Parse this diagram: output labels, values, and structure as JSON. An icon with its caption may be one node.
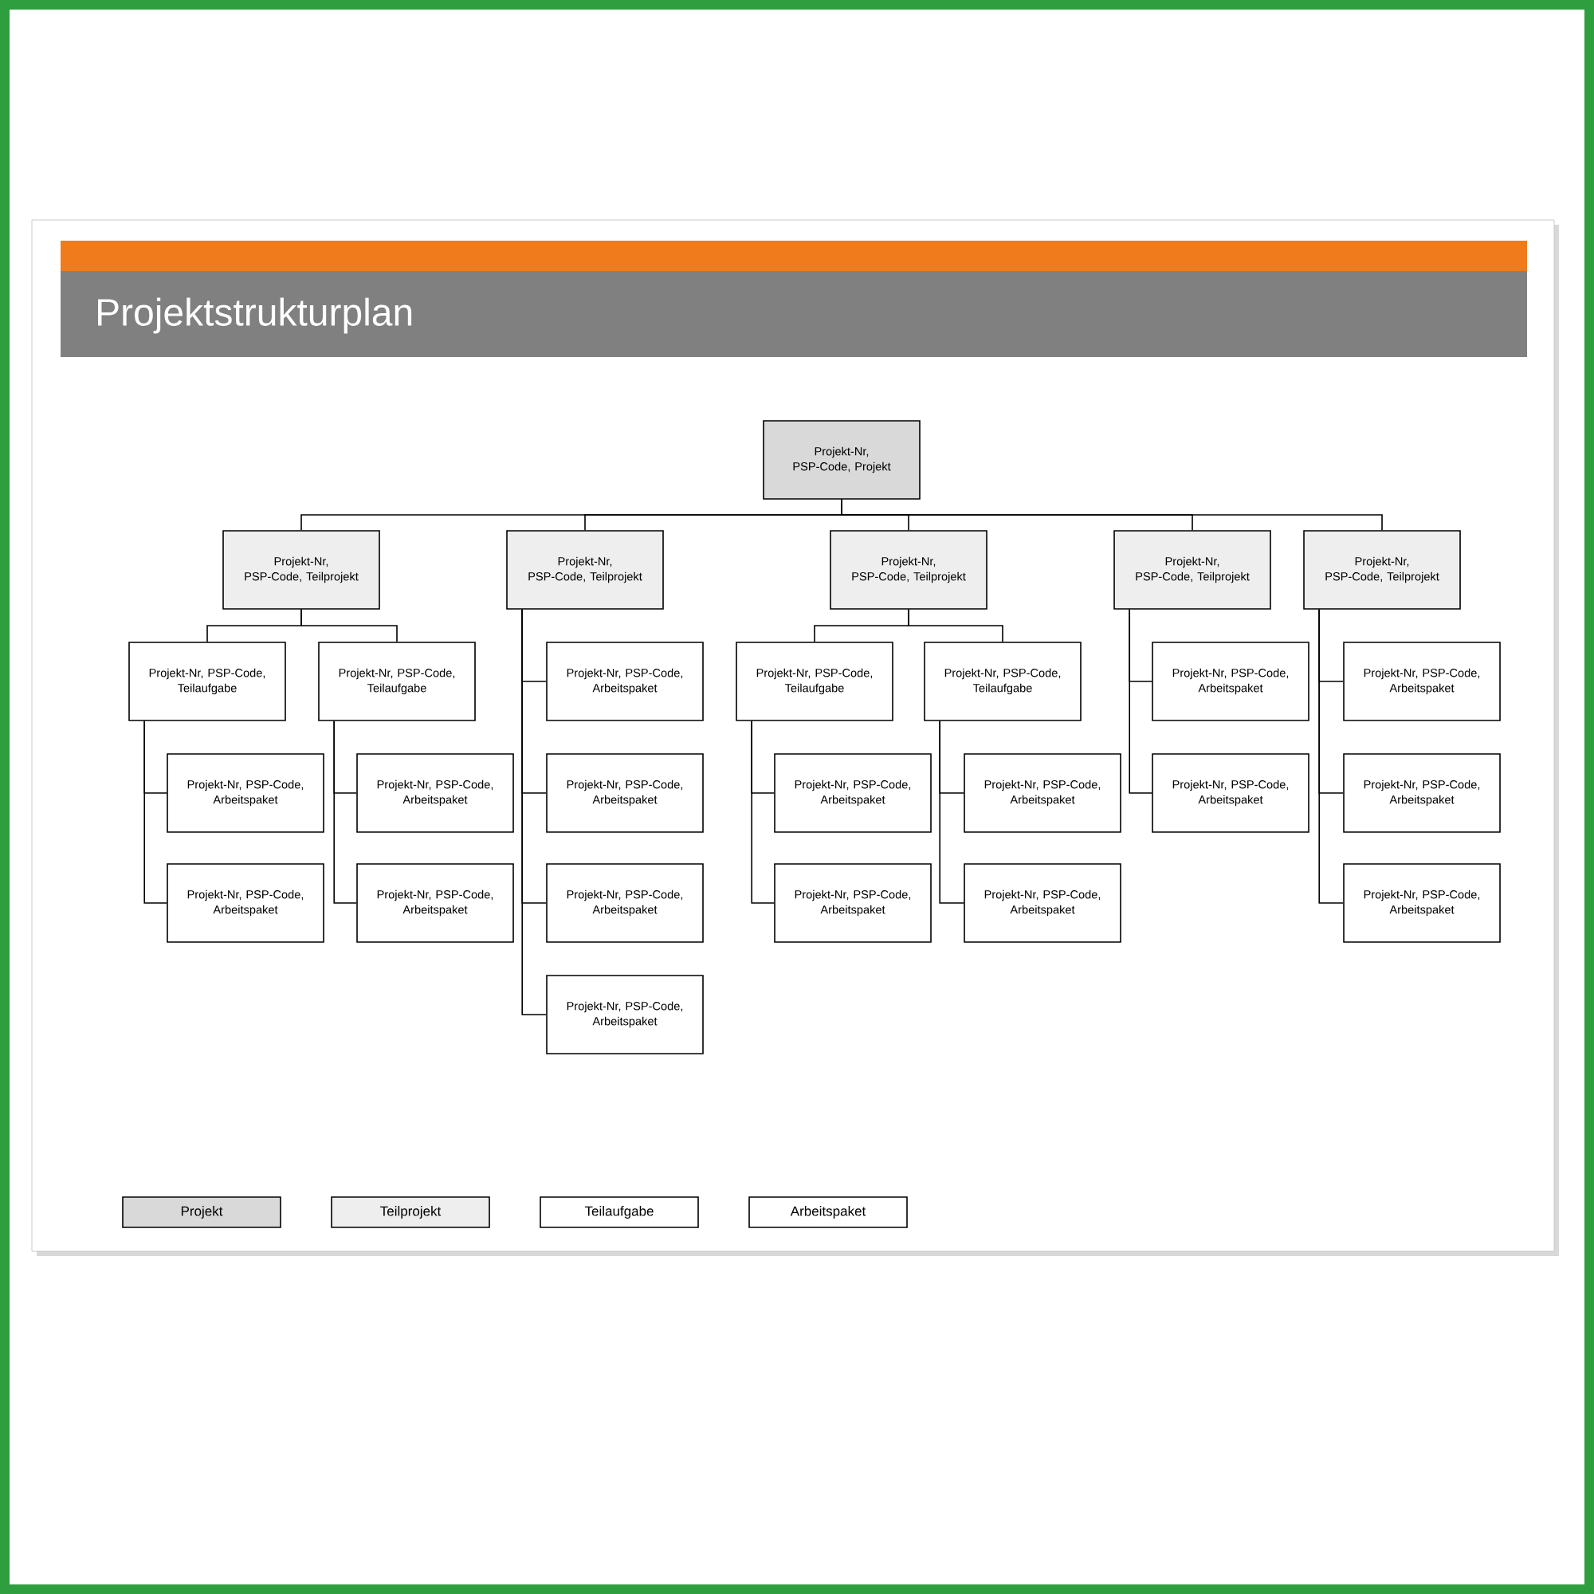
{
  "diagram": {
    "title": "Projektstrukturplan",
    "nodes": [
      {
        "text": [
          "Projekt-Nr, PSP-Code, Projekt"
        ]
      },
      {
        "text": [
          "Projekt-Nr, PSP-Code, Teilprojekt"
        ]
      },
      {
        "text": [
          "Projekt-Nr, PSP-Code, Teilaufgabe"
        ]
      },
      {
        "text": [
          "Projekt-Nr, PSP-Code, Arbeitspaket"
        ]
      },
      {
        "text": [
          "Projekt-Nr, PSP-Code, Arbeitspaket"
        ]
      },
      {
        "text": [
          "Projekt-Nr, PSP-Code, Teilaufgabe"
        ]
      },
      {
        "text": [
          "Projekt-Nr, PSP-Code, Arbeitspaket"
        ]
      },
      {
        "text": [
          "Projekt-Nr, PSP-Code, Arbeitspaket"
        ]
      },
      {
        "text": [
          "Projekt-Nr, PSP-Code, Teilprojekt"
        ]
      },
      {
        "text": [
          "Projekt-Nr, PSP-Code, Arbeitspaket"
        ]
      },
      {
        "text": [
          "Projekt-Nr, PSP-Code, Arbeitspaket"
        ]
      },
      {
        "text": [
          "Projekt-Nr, PSP-Code, Arbeitspaket"
        ]
      },
      {
        "text": [
          "Projekt-Nr, PSP-Code, Arbeitspaket"
        ]
      },
      {
        "text": [
          "Projekt-Nr, PSP-Code, Teilprojekt"
        ]
      },
      {
        "text": [
          "Projekt-Nr, PSP-Code, Teilaufgabe"
        ]
      },
      {
        "text": [
          "Projekt-Nr, PSP-Code, Arbeitspaket"
        ]
      },
      {
        "text": [
          "Projekt-Nr, PSP-Code, Arbeitspaket"
        ]
      },
      {
        "text": [
          "Projekt-Nr, PSP-Code, Teilaufgabe"
        ]
      },
      {
        "text": [
          "Projekt-Nr, PSP-Code, Arbeitspaket"
        ]
      },
      {
        "text": [
          "Projekt-Nr, PSP-Code, Arbeitspaket"
        ]
      },
      {
        "text": [
          "Projekt-Nr, PSP-Code, Teilprojekt"
        ]
      },
      {
        "text": [
          "Projekt-Nr, PSP-Code, Arbeitspaket"
        ]
      },
      {
        "text": [
          "Projekt-Nr, PSP-Code, Arbeitspaket"
        ]
      },
      {
        "text": [
          "Projekt-Nr, PSP-Code, Teilprojekt"
        ]
      },
      {
        "text": [
          "Projekt-Nr, PSP-Code, Arbeitspaket"
        ]
      },
      {
        "text": [
          "Projekt-Nr, PSP-Code, Arbeitspaket"
        ]
      },
      {
        "text": [
          "Projekt-Nr, PSP-Code, Arbeitspaket"
        ]
      }
    ],
    "edges": [
      {
        "from": 0,
        "to": 1,
        "arrow": "none"
      },
      {
        "from": 0,
        "to": 8,
        "arrow": "none"
      },
      {
        "from": 0,
        "to": 13,
        "arrow": "none"
      },
      {
        "from": 0,
        "to": 20,
        "arrow": "none"
      },
      {
        "from": 0,
        "to": 23,
        "arrow": "none"
      },
      {
        "from": 1,
        "to": 2,
        "arrow": "none"
      },
      {
        "from": 1,
        "to": 5,
        "arrow": "none"
      },
      {
        "from": 2,
        "to": 3,
        "arrow": "none"
      },
      {
        "from": 2,
        "to": 4,
        "arrow": "none"
      },
      {
        "from": 5,
        "to": 6,
        "arrow": "none"
      },
      {
        "from": 5,
        "to": 7,
        "arrow": "none"
      },
      {
        "from": 8,
        "to": 9,
        "arrow": "none"
      },
      {
        "from": 8,
        "to": 10,
        "arrow": "none"
      },
      {
        "from": 8,
        "to": 11,
        "arrow": "none"
      },
      {
        "from": 8,
        "to": 12,
        "arrow": "none"
      },
      {
        "from": 13,
        "to": 14,
        "arrow": "none"
      },
      {
        "from": 13,
        "to": 17,
        "arrow": "none"
      },
      {
        "from": 14,
        "to": 15,
        "arrow": "none"
      },
      {
        "from": 14,
        "to": 16,
        "arrow": "none"
      },
      {
        "from": 17,
        "to": 18,
        "arrow": "none"
      },
      {
        "from": 17,
        "to": 19,
        "arrow": "none"
      },
      {
        "from": 20,
        "to": 21,
        "arrow": "none"
      },
      {
        "from": 20,
        "to": 22,
        "arrow": "none"
      },
      {
        "from": 23,
        "to": 24,
        "arrow": "none"
      },
      {
        "from": 23,
        "to": 25,
        "arrow": "none"
      },
      {
        "from": 23,
        "to": 26,
        "arrow": "none"
      }
    ],
    "legend": [
      {
        "text": "Projekt",
        "color": "#d9d9d9"
      },
      {
        "text": "Teilprojekt",
        "color": "#eeeeee"
      },
      {
        "text": "Teilaufgabe"
      },
      {
        "text": "Arbeitspaket"
      }
    ]
  }
}
